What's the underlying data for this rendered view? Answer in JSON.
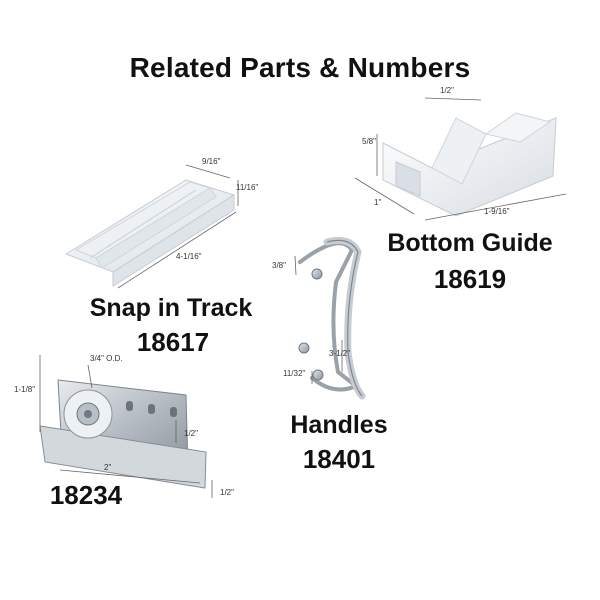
{
  "title": "Related Parts & Numbers",
  "parts": {
    "snap_track": {
      "name": "Snap in Track",
      "number": "18617",
      "dims": {
        "width": "9/16\"",
        "height": "11/16\"",
        "length": "4-1/16\""
      }
    },
    "bottom_guide": {
      "name": "Bottom Guide",
      "number": "18619",
      "dims": {
        "slot": "1/2\"",
        "height": "5/8\"",
        "depth": "1\"",
        "length": "1-9/16\""
      }
    },
    "handles": {
      "name": "Handles",
      "number": "18401",
      "dims": {
        "top": "3/8\"",
        "spacing": "3-1/2\"",
        "bottom": "11/32\""
      }
    },
    "roller": {
      "number": "18234",
      "dims": {
        "wheel": "3/4\" O.D.",
        "height": "1-1/8\"",
        "mid": "1/2\"",
        "width": "2\"",
        "base": "1/2\""
      }
    }
  }
}
